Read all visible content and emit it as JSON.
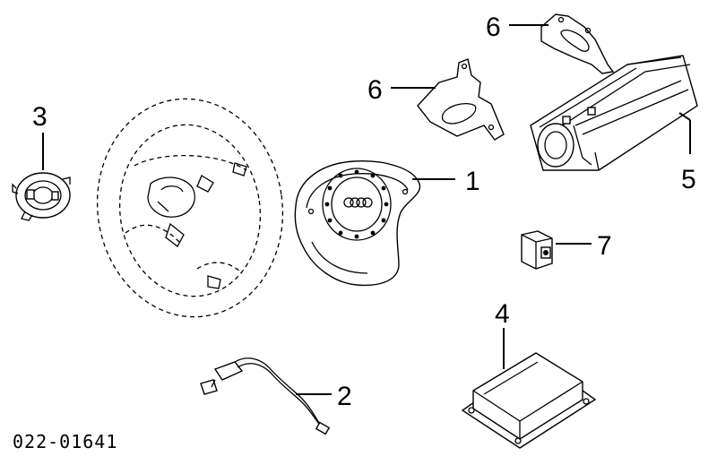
{
  "diagram": {
    "callouts": [
      {
        "id": "airbag-module",
        "label": "1"
      },
      {
        "id": "wiring-harness",
        "label": "2"
      },
      {
        "id": "clock-spring",
        "label": "3"
      },
      {
        "id": "control-unit",
        "label": "4"
      },
      {
        "id": "passenger-airbag",
        "label": "5"
      },
      {
        "id": "bracket-left",
        "label": "6"
      },
      {
        "id": "bracket-right",
        "label": "6"
      },
      {
        "id": "sensor",
        "label": "7"
      }
    ],
    "part_number": "022-01641"
  },
  "colors": {
    "line": "#000000",
    "background": "#ffffff"
  }
}
